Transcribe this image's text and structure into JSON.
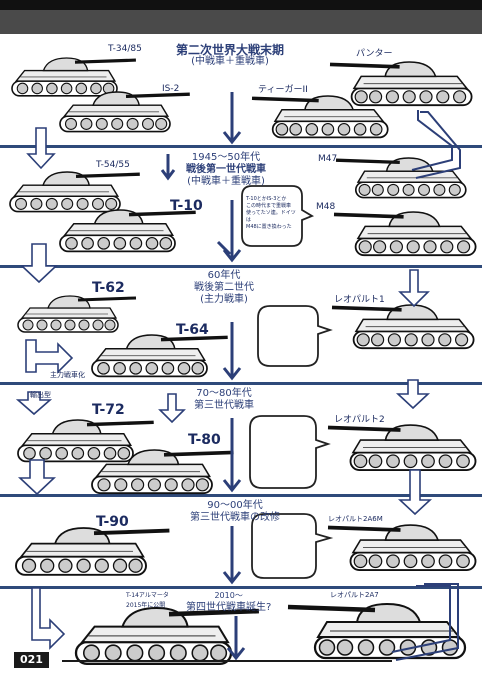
{
  "page_number": "021",
  "sections": [
    {
      "era_lines": [
        "第二次世界大戦末期",
        "(中戦車＋重戦車)"
      ],
      "tank_labels": [
        "T-34/85",
        "IS-2",
        "パンター",
        "ティーガーII"
      ]
    },
    {
      "era_lines": [
        "1945～50年代",
        "戦後第一世代戦車",
        "(中戦車＋重戦車)"
      ],
      "tank_labels": [
        "T-54/55",
        "T-10",
        "M47",
        "M48"
      ],
      "bubble_text": [
        "T-10とかIS-3とか",
        "この時代まで重戦車",
        "使ってたソ連。ドイツは",
        "M48に置き換わった"
      ]
    },
    {
      "era_lines": [
        "60年代",
        "戦後第二世代",
        "(主力戦車)"
      ],
      "tank_labels": [
        "T-62",
        "T-64",
        "レオパルト1"
      ],
      "side_note": "主力戦車化"
    },
    {
      "era_lines": [
        "70～80年代",
        "第三世代戦車"
      ],
      "tank_labels": [
        "T-72",
        "T-80",
        "レオパルト2"
      ],
      "side_note": "輸出型"
    },
    {
      "era_lines": [
        "90～00年代",
        "第三世代戦車の改修"
      ],
      "tank_labels": [
        "T-90",
        "レオパルト2A6M"
      ]
    },
    {
      "era_lines": [
        "2010～",
        "第四世代戦車誕生?"
      ],
      "tank_labels": [
        "T-14アルマータ",
        "2015年に公開",
        "レオパルト2A7"
      ]
    }
  ]
}
